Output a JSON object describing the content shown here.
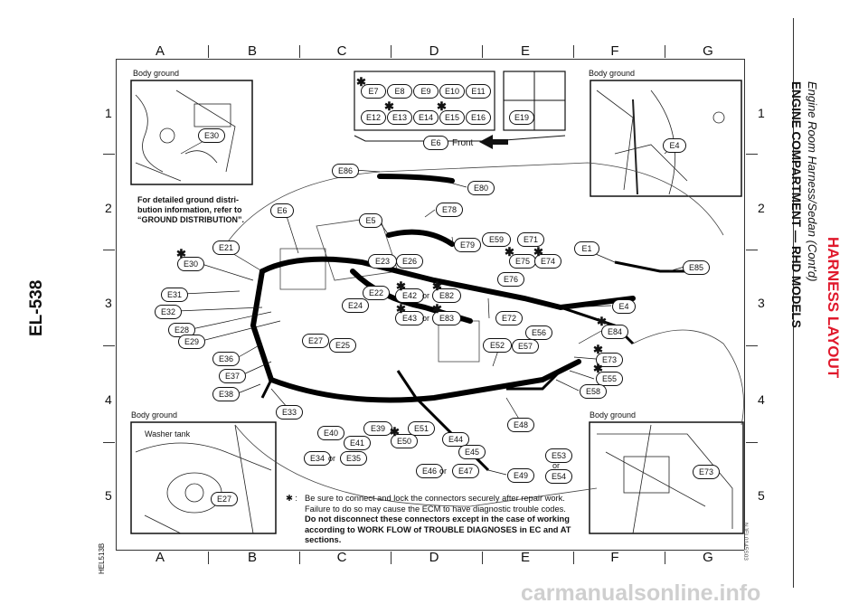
{
  "page_ref": "EL-538",
  "side_titles": {
    "section": "HARNESS LAYOUT",
    "title": "ENGINE COMPARTMENT — RHD MODELS",
    "subtitle": "Engine Room Harness/Sedan (Cont'd)"
  },
  "codes": {
    "left": "HEL513B",
    "right": "NJEL0145S03"
  },
  "watermark": "carmanualsonline.info",
  "grid": {
    "letters": [
      "A",
      "B",
      "C",
      "D",
      "E",
      "F",
      "G"
    ],
    "numbers": [
      "1",
      "2",
      "3",
      "4",
      "5"
    ]
  },
  "body_ground": "Body ground",
  "washer_tank": "Washer tank",
  "ground_note": [
    "For detailed ground distri-",
    "bution information, refer to",
    "“GROUND DISTRIBUTION”."
  ],
  "front_label": "Front",
  "asterisk": "✱",
  "or": "or",
  "footnote": {
    "prefix": "✱ :",
    "line1": "Be sure to connect and lock the connectors securely after repair work.",
    "line2": "Failure to do so may cause the ECM to have diagnostic trouble codes.",
    "line3": "Do not disconnect these connectors except in the case of working",
    "line4": "according to WORK FLOW of TROUBLE DIAGNOSES in EC and AT",
    "line5": "sections."
  },
  "connectors": {
    "E30a": "E30",
    "E4a": "E4",
    "E7": "E7",
    "E8": "E8",
    "E9": "E9",
    "E10": "E10",
    "E11": "E11",
    "E12": "E12",
    "E13": "E13",
    "E14": "E14",
    "E15": "E15",
    "E16": "E16",
    "E19": "E19",
    "E6a": "E6",
    "E86": "E86",
    "E80": "E80",
    "E6b": "E6",
    "E78": "E78",
    "E5": "E5",
    "E79": "E79",
    "E59": "E59",
    "E71": "E71",
    "E21": "E21",
    "E30b": "E30",
    "E23": "E23",
    "E26": "E26",
    "E75": "E75",
    "E74": "E74",
    "E1": "E1",
    "E85": "E85",
    "E76": "E76",
    "E22": "E22",
    "E42": "E42",
    "E82": "E82",
    "E31": "E31",
    "E24": "E24",
    "E32": "E32",
    "E43": "E43",
    "E83": "E83",
    "E72": "E72",
    "E4b": "E4",
    "E28": "E28",
    "E29": "E29",
    "E27a": "E27",
    "E25": "E25",
    "E56": "E56",
    "E84": "E84",
    "E52": "E52",
    "E57": "E57",
    "E36": "E36",
    "E73a": "E73",
    "E55": "E55",
    "E37": "E37",
    "E58": "E58",
    "E38": "E38",
    "E33": "E33",
    "E39": "E39",
    "E51": "E51",
    "E48": "E48",
    "E40": "E40",
    "E41": "E41",
    "E50": "E50",
    "E44": "E44",
    "E45": "E45",
    "E34": "E34",
    "E35": "E35",
    "E53": "E53",
    "E54": "E54",
    "E46": "E46",
    "E47": "E47",
    "E49": "E49",
    "E27b": "E27",
    "E73b": "E73"
  }
}
